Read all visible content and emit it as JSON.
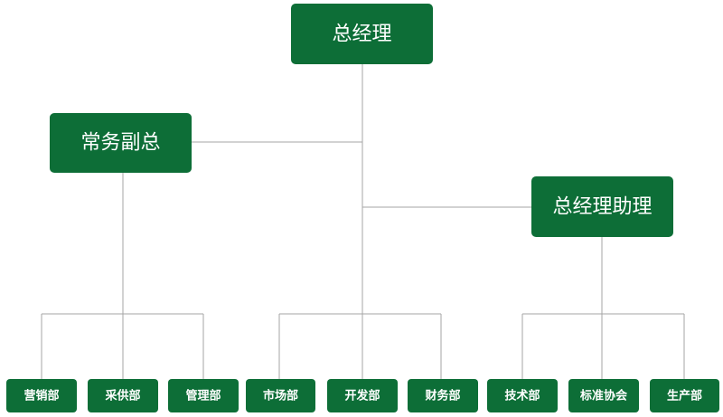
{
  "org_chart": {
    "root": "总经理",
    "deputy": "常务副总",
    "assistant": "总经理助理",
    "departments": [
      "营销部",
      "采供部",
      "管理部",
      "市场部",
      "开发部",
      "财务部",
      "技术部",
      "标准协会",
      "生产部"
    ]
  },
  "colors": {
    "box_fill": "#0d6e37",
    "box_text": "#ffffff",
    "connector": "#a6a6a6"
  }
}
